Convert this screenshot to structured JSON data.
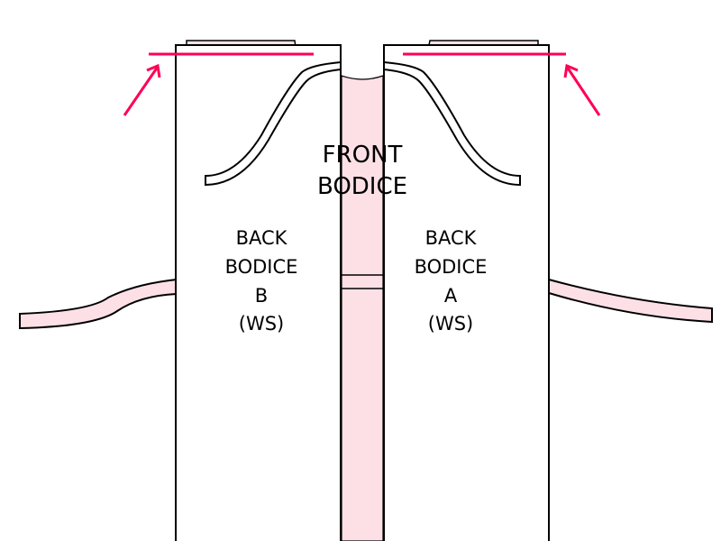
{
  "front_label": {
    "line1": "FRONT",
    "line2": "BODICE"
  },
  "left_piece": {
    "line1": "BACK",
    "line2": "BODICE",
    "line3": "B",
    "line4": "(WS)"
  },
  "right_piece": {
    "line1": "BACK",
    "line2": "BODICE",
    "line3": "A",
    "line4": "(WS)"
  },
  "colors": {
    "fabric_pink": "#fde0e6",
    "marker_red": "#ff0055",
    "outline": "#000000"
  }
}
